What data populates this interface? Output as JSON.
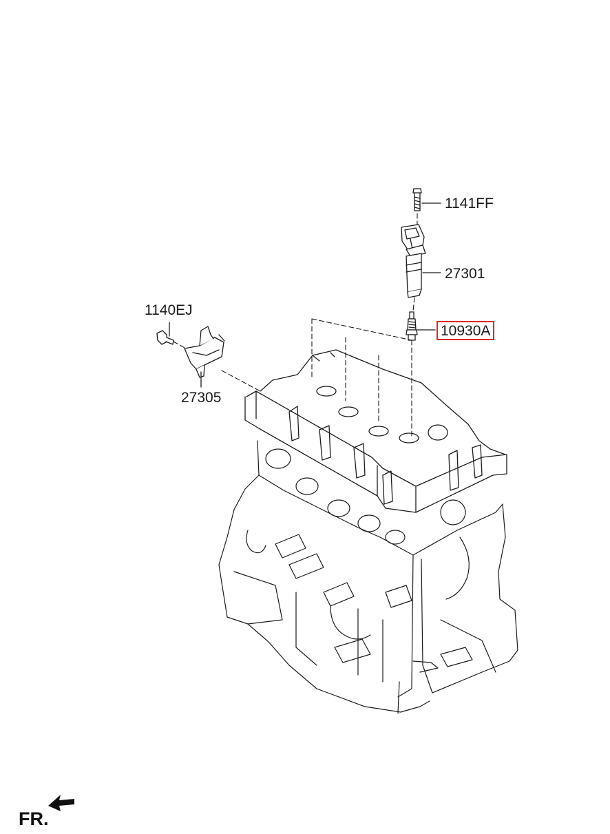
{
  "callouts": {
    "bolt_top": "1141FF",
    "ignition_coil": "27301",
    "spark_plug": "10930A",
    "bolt_bracket": "1140EJ",
    "bracket": "27305"
  },
  "highlighted_part": "10930A",
  "highlight_color": "#e0262a",
  "orientation": {
    "label": "FR.",
    "arrow_icon": "front-arrow-icon"
  }
}
